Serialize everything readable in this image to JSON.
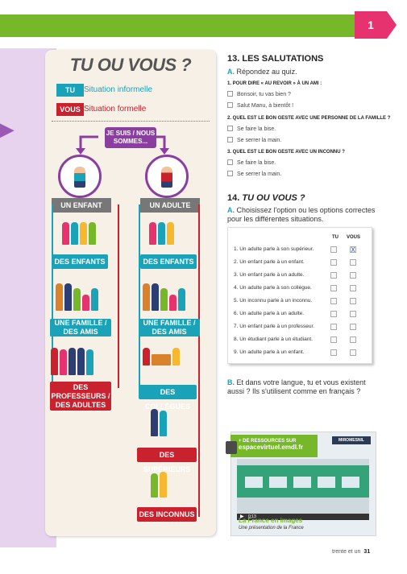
{
  "page": {
    "number": "1",
    "footer_text": "trente et un",
    "footer_number": "31"
  },
  "panel": {
    "title": "TU OU VOUS ?",
    "tu_tag": "TU",
    "tu_label": "Situation informelle",
    "vous_tag": "VOUS",
    "vous_label": "Situation formelle",
    "bubble": "JE SUIS / NOUS SOMMES...",
    "left_head": "UN ENFANT",
    "right_head": "UN ADULTE",
    "left_boxes": [
      "DES ENFANTS",
      "UNE FAMILLE / DES AMIS"
    ],
    "left_red": "DES PROFESSEURS / DES ADULTES",
    "right_teal": [
      "DES ENFANTS",
      "UNE FAMILLE / DES AMIS",
      "DES COLLÈGUES"
    ],
    "right_red": [
      "DES SUPÉRIEURS",
      "DES INCONNUS"
    ]
  },
  "ex13": {
    "title": "13. LES SALUTATIONS",
    "letter": "A.",
    "instruction": "Répondez au quiz.",
    "questions": [
      {
        "q": "1. POUR DIRE « AU REVOIR » À UN AMI :",
        "options": [
          "Bonsoir, tu vas bien ?",
          "Salut Manu, à bientôt !"
        ]
      },
      {
        "q": "2. QUEL EST LE BON GESTE AVEC UNE PERSONNE DE LA FAMILLE ?",
        "options": [
          "Se faire la bise.",
          "Se serrer la main."
        ]
      },
      {
        "q": "3. QUEL EST LE BON GESTE AVEC UN INCONNU ?",
        "options": [
          "Se faire la bise.",
          "Se serrer la main."
        ]
      }
    ]
  },
  "ex14": {
    "title_num": "14.",
    "title_text": "TU OU VOUS ?",
    "letter_a": "A.",
    "instruction_a": "Choisissez l'option ou les options correctes pour les différentes situations.",
    "col_tu": "TU",
    "col_vous": "VOUS",
    "rows": [
      "1. Un adulte parle à son supérieur.",
      "2. Un enfant parle à un enfant.",
      "3. Un enfant parle à un adulte.",
      "4. Un adulte parle à son collègue.",
      "5. Un inconnu parle à un inconnu.",
      "6. Un adulte parle à un adulte.",
      "7. Un enfant parle à un professeur.",
      "8. Un étudiant parle à un étudiant.",
      "9. Un adulte parle à un enfant."
    ],
    "checked_mark": "X",
    "letter_b": "B.",
    "instruction_b": "Et dans votre langue, tu et vous existent aussi ? Ils s'utilisent comme en français ?"
  },
  "ad": {
    "line1": "+ DE RESSOURCES SUR",
    "url": "espacevirtuel.emdl.fr",
    "sign": "MIROMESNIL",
    "caption_title": "La France en images",
    "caption_sub": "Une présentation de la France",
    "time": "0:13"
  }
}
